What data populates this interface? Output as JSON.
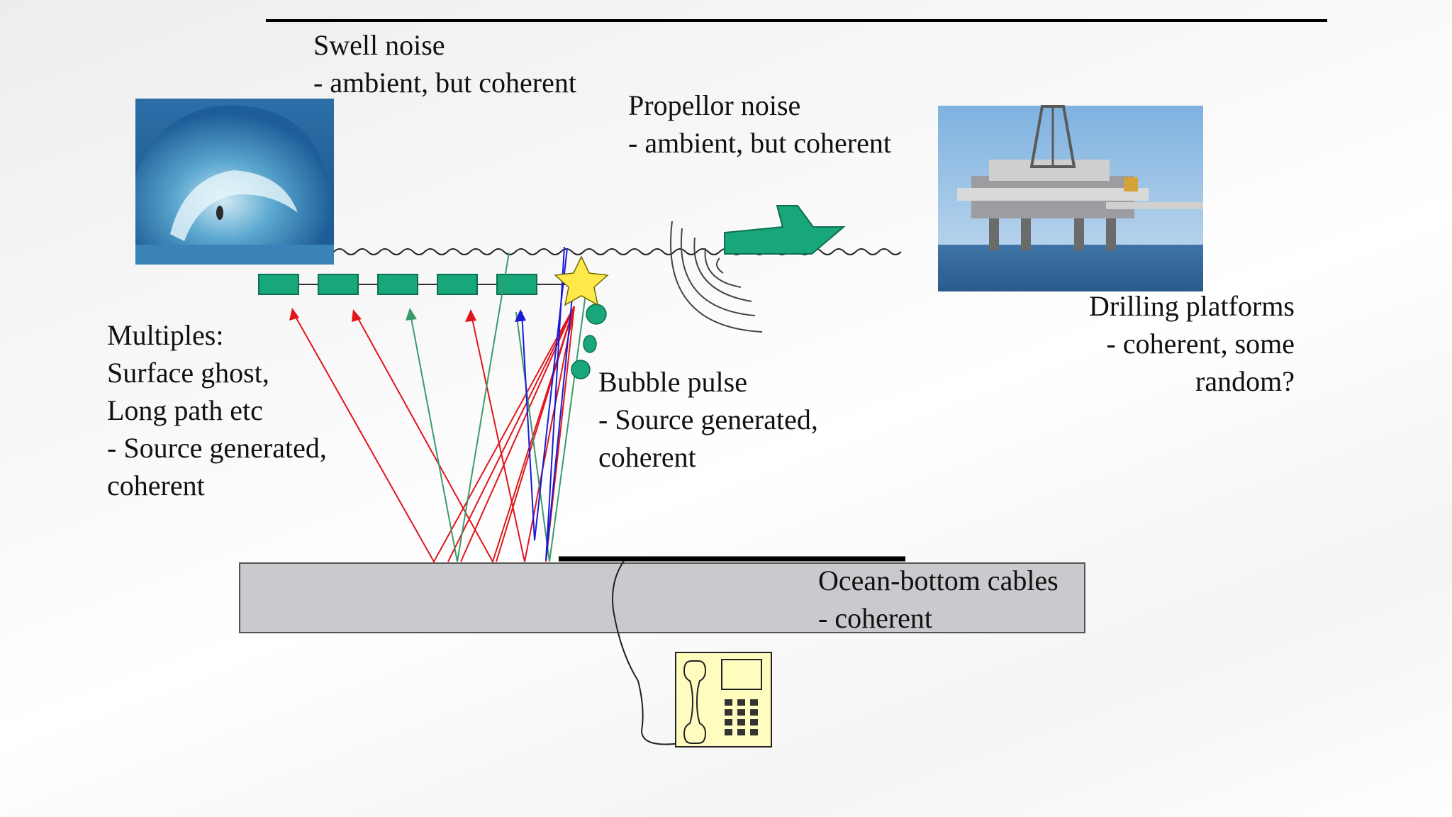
{
  "labels": {
    "swell": [
      "Swell noise",
      "- ambient, but coherent"
    ],
    "propellor": [
      "Propellor noise",
      "- ambient, but coherent"
    ],
    "drilling": [
      "Drilling platforms",
      "- coherent, some",
      "random?"
    ],
    "multiples": [
      "Multiples:",
      "Surface ghost,",
      "Long path etc",
      "- Source generated,",
      "coherent"
    ],
    "bubble": [
      "Bubble pulse",
      "- Source generated,",
      "coherent"
    ],
    "obc": [
      "Ocean-bottom cables",
      "- coherent"
    ]
  },
  "icons": {
    "wave_photo": "wave-photo-icon",
    "platform_photo": "drilling-platform-photo-icon",
    "boat": "boat-icon",
    "source": "star-source-icon",
    "recorder": "telephone-recorder-icon"
  },
  "colors": {
    "receiver": "#17a77a",
    "ray_red": "#e0161c",
    "ray_green": "#3b9a6a",
    "ray_blue": "#1a1ad6",
    "star": "#ffe94a",
    "seabed": "#c9cacd",
    "recorder_bg": "#fffcc0"
  }
}
